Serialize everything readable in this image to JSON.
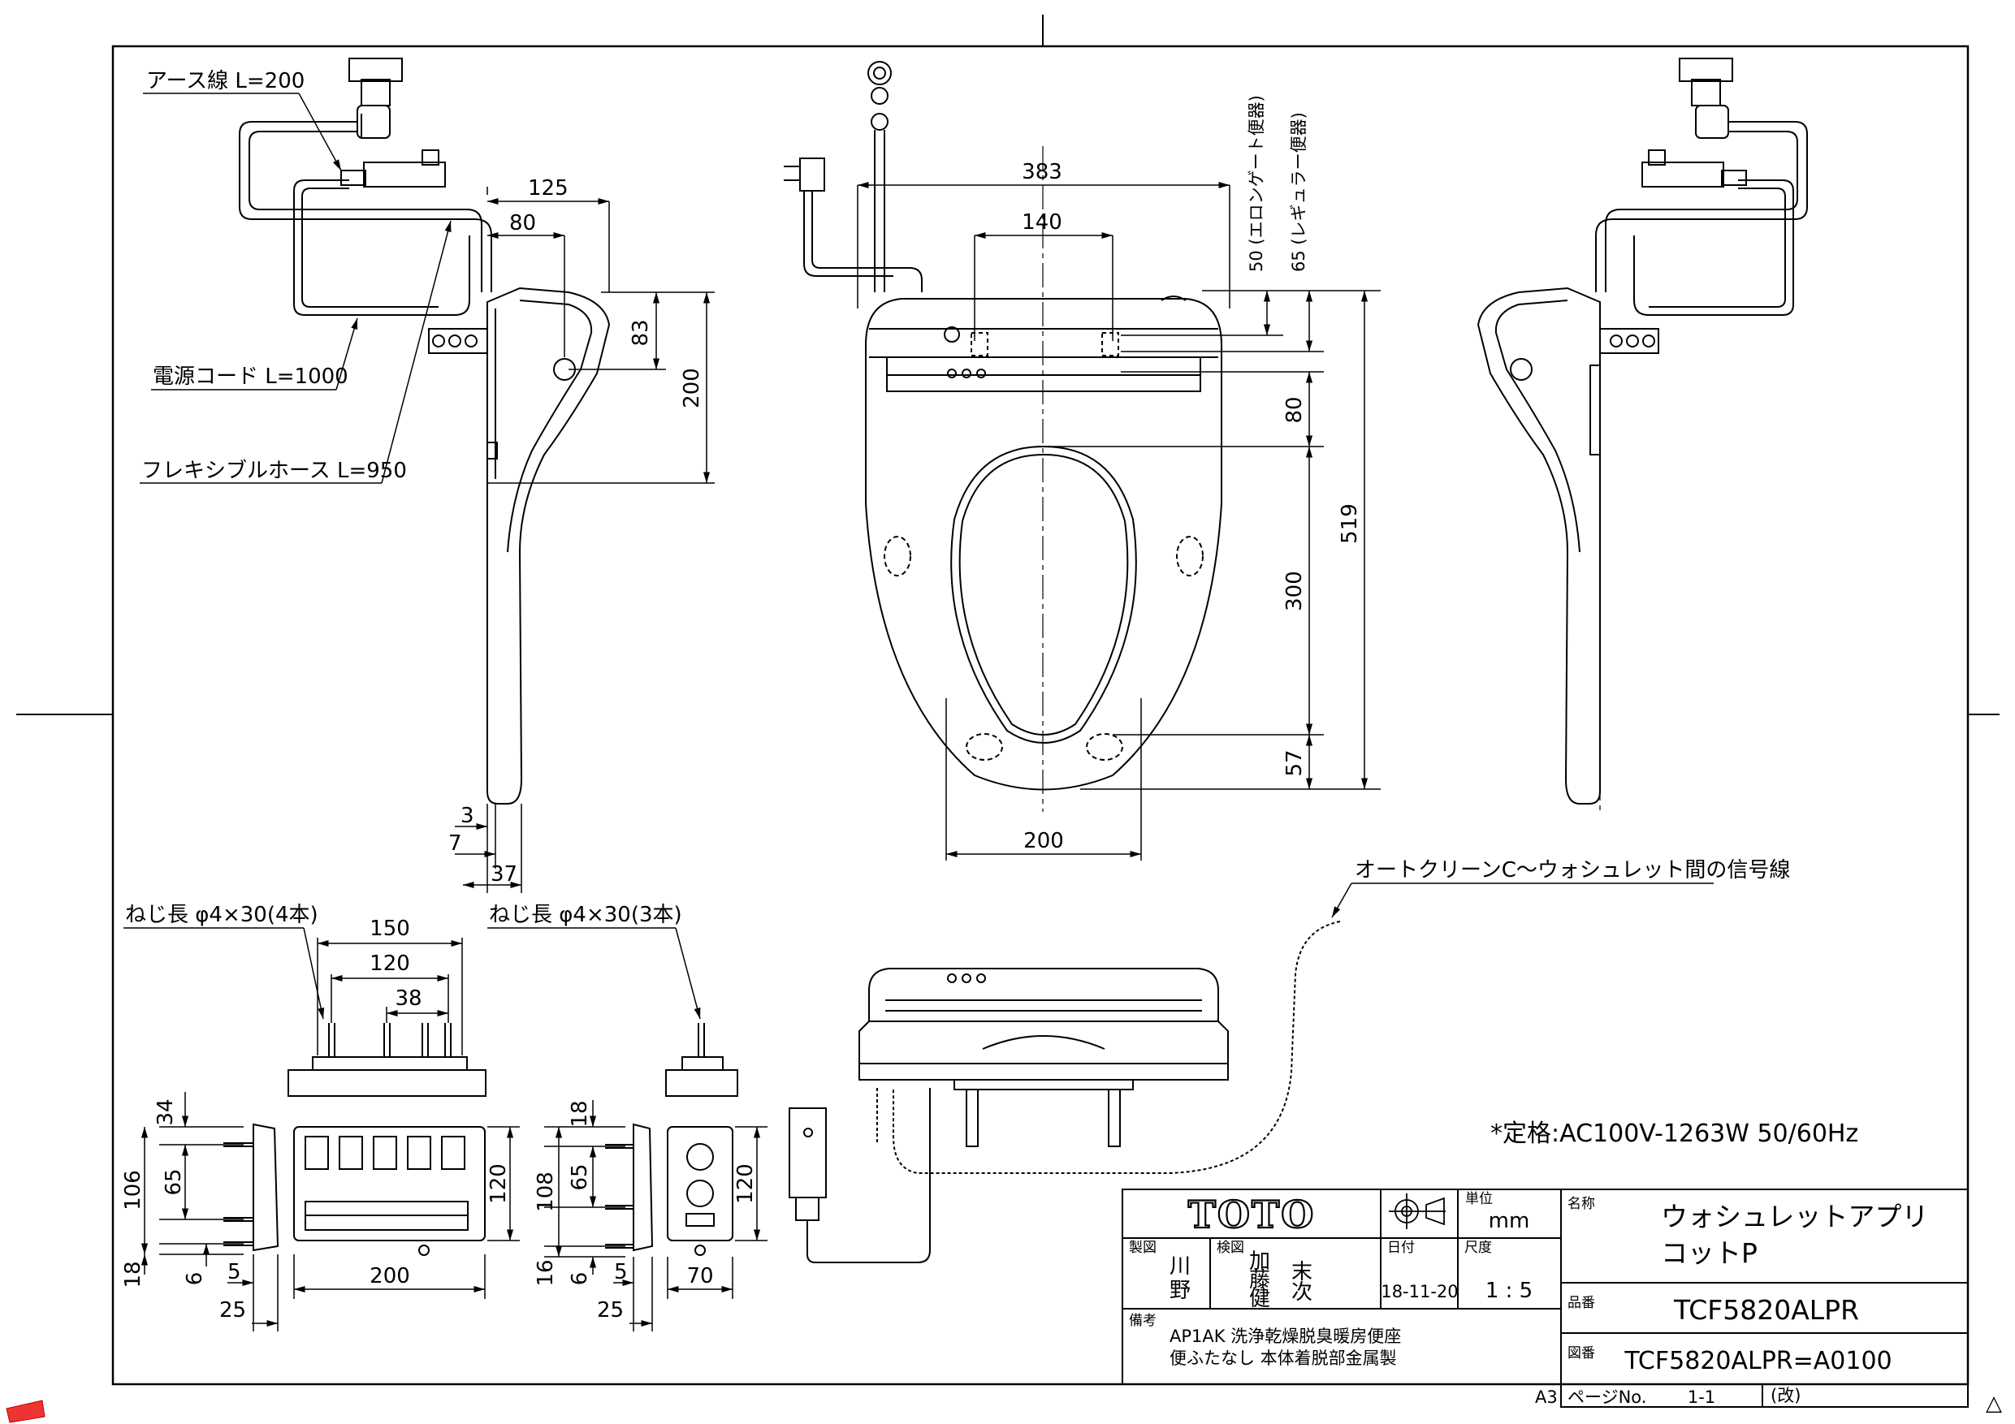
{
  "callouts": {
    "earth_wire": "アース線 L=200",
    "power_cord": "電源コード L=1000",
    "flex_hose": "フレキシブルホース L=950",
    "signal_wire": "オートクリーンC～ウォシュレット間の信号線",
    "screw_4": "ねじ長 φ4×30(4本)",
    "screw_3": "ねじ長 φ4×30(3本)",
    "rating": "*定格:AC100V-1263W 50/60Hz"
  },
  "dims": {
    "side": [
      "125",
      "80",
      "83",
      "200",
      "3",
      "7",
      "37"
    ],
    "front": [
      "383",
      "140",
      "50 (エロンゲート便器)",
      "65 (レギュラー便器)",
      "80",
      "519",
      "300",
      "57",
      "200"
    ],
    "remote": [
      "150",
      "120",
      "38",
      "34",
      "106",
      "65",
      "18",
      "6",
      "5",
      "25",
      "200",
      "120"
    ],
    "holder": [
      "18",
      "108",
      "65",
      "16",
      "6",
      "5",
      "25",
      "70",
      "120"
    ]
  },
  "title_block": {
    "logo": "TOTO",
    "unit_label": "単位",
    "unit": "mm",
    "drawn_label": "製図",
    "drawn_by": [
      "川",
      "野"
    ],
    "checked_label": "検図",
    "checked_by": [
      "加",
      "藤",
      "健",
      "末",
      "次"
    ],
    "date_label": "日付",
    "date": "18-11-20",
    "scale_label": "尺度",
    "scale": "1 : 5",
    "name_label": "名称",
    "name_line1": "ウォシュレットアプリ",
    "name_line2": "コットP",
    "part_label": "品番",
    "part_no": "TCF5820ALPR",
    "remarks_label": "備考",
    "remarks_line1": "AP1AK 洗浄乾燥脱臭暖房便座",
    "remarks_line2": "便ふたなし 本体着脱部金属製",
    "drawing_label": "図番",
    "drawing_no": "TCF5820ALPR=A0100",
    "sheet_size": "A3",
    "page_label": "ページNo.",
    "page": "1-1",
    "rev_label": "(改)"
  },
  "corner_mark": "△"
}
